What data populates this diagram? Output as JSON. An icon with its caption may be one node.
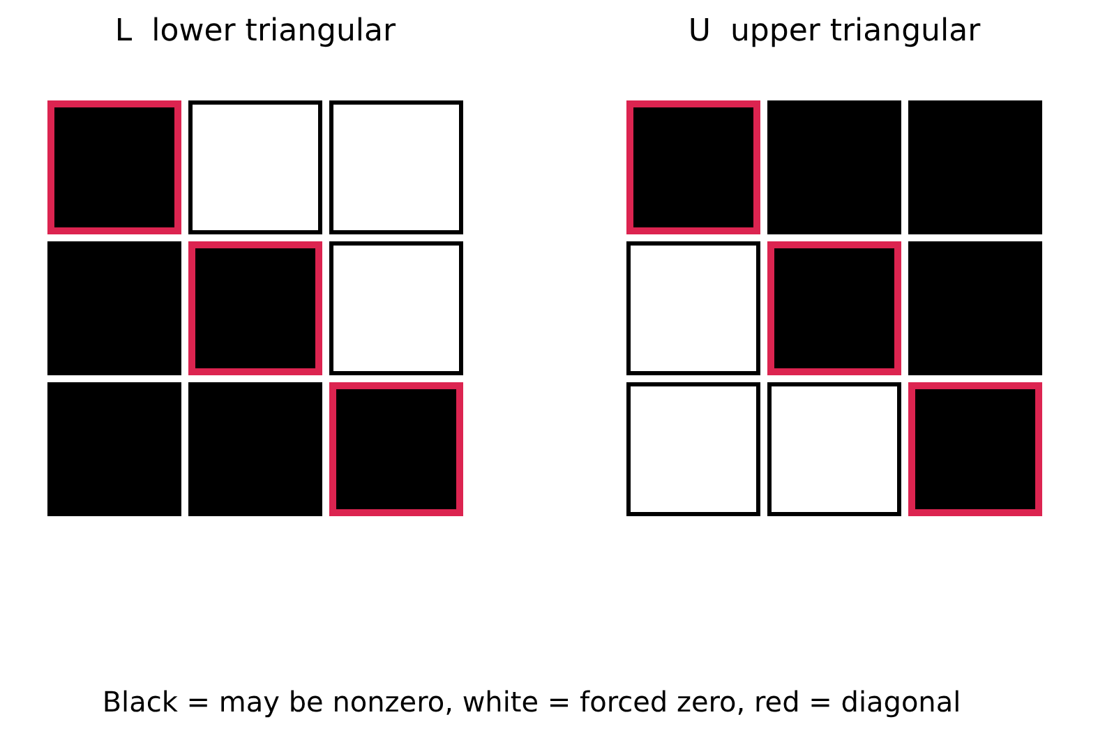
{
  "diagram": {
    "caption": "Black = may be nonzero, white = forced zero, red = diagonal",
    "labels": [
      "L  lower triangular",
      "U  upper triangular"
    ],
    "nodes": [
      {
        "text": [],
        "shape": "box"
      },
      {
        "text": [],
        "shape": "box"
      },
      {
        "text": [],
        "shape": "box"
      },
      {
        "text": [],
        "shape": "box"
      },
      {
        "text": [],
        "shape": "box"
      },
      {
        "text": [],
        "shape": "box"
      },
      {
        "text": [],
        "shape": "box"
      },
      {
        "text": [],
        "shape": "box"
      },
      {
        "text": [],
        "shape": "box"
      },
      {
        "text": [],
        "shape": "box"
      },
      {
        "text": [],
        "shape": "box"
      },
      {
        "text": [],
        "shape": "box"
      },
      {
        "text": [],
        "shape": "box"
      },
      {
        "text": [],
        "shape": "box"
      },
      {
        "text": [],
        "shape": "box"
      },
      {
        "text": [],
        "shape": "box"
      },
      {
        "text": [],
        "shape": "box"
      },
      {
        "text": [],
        "shape": "box"
      }
    ]
  }
}
